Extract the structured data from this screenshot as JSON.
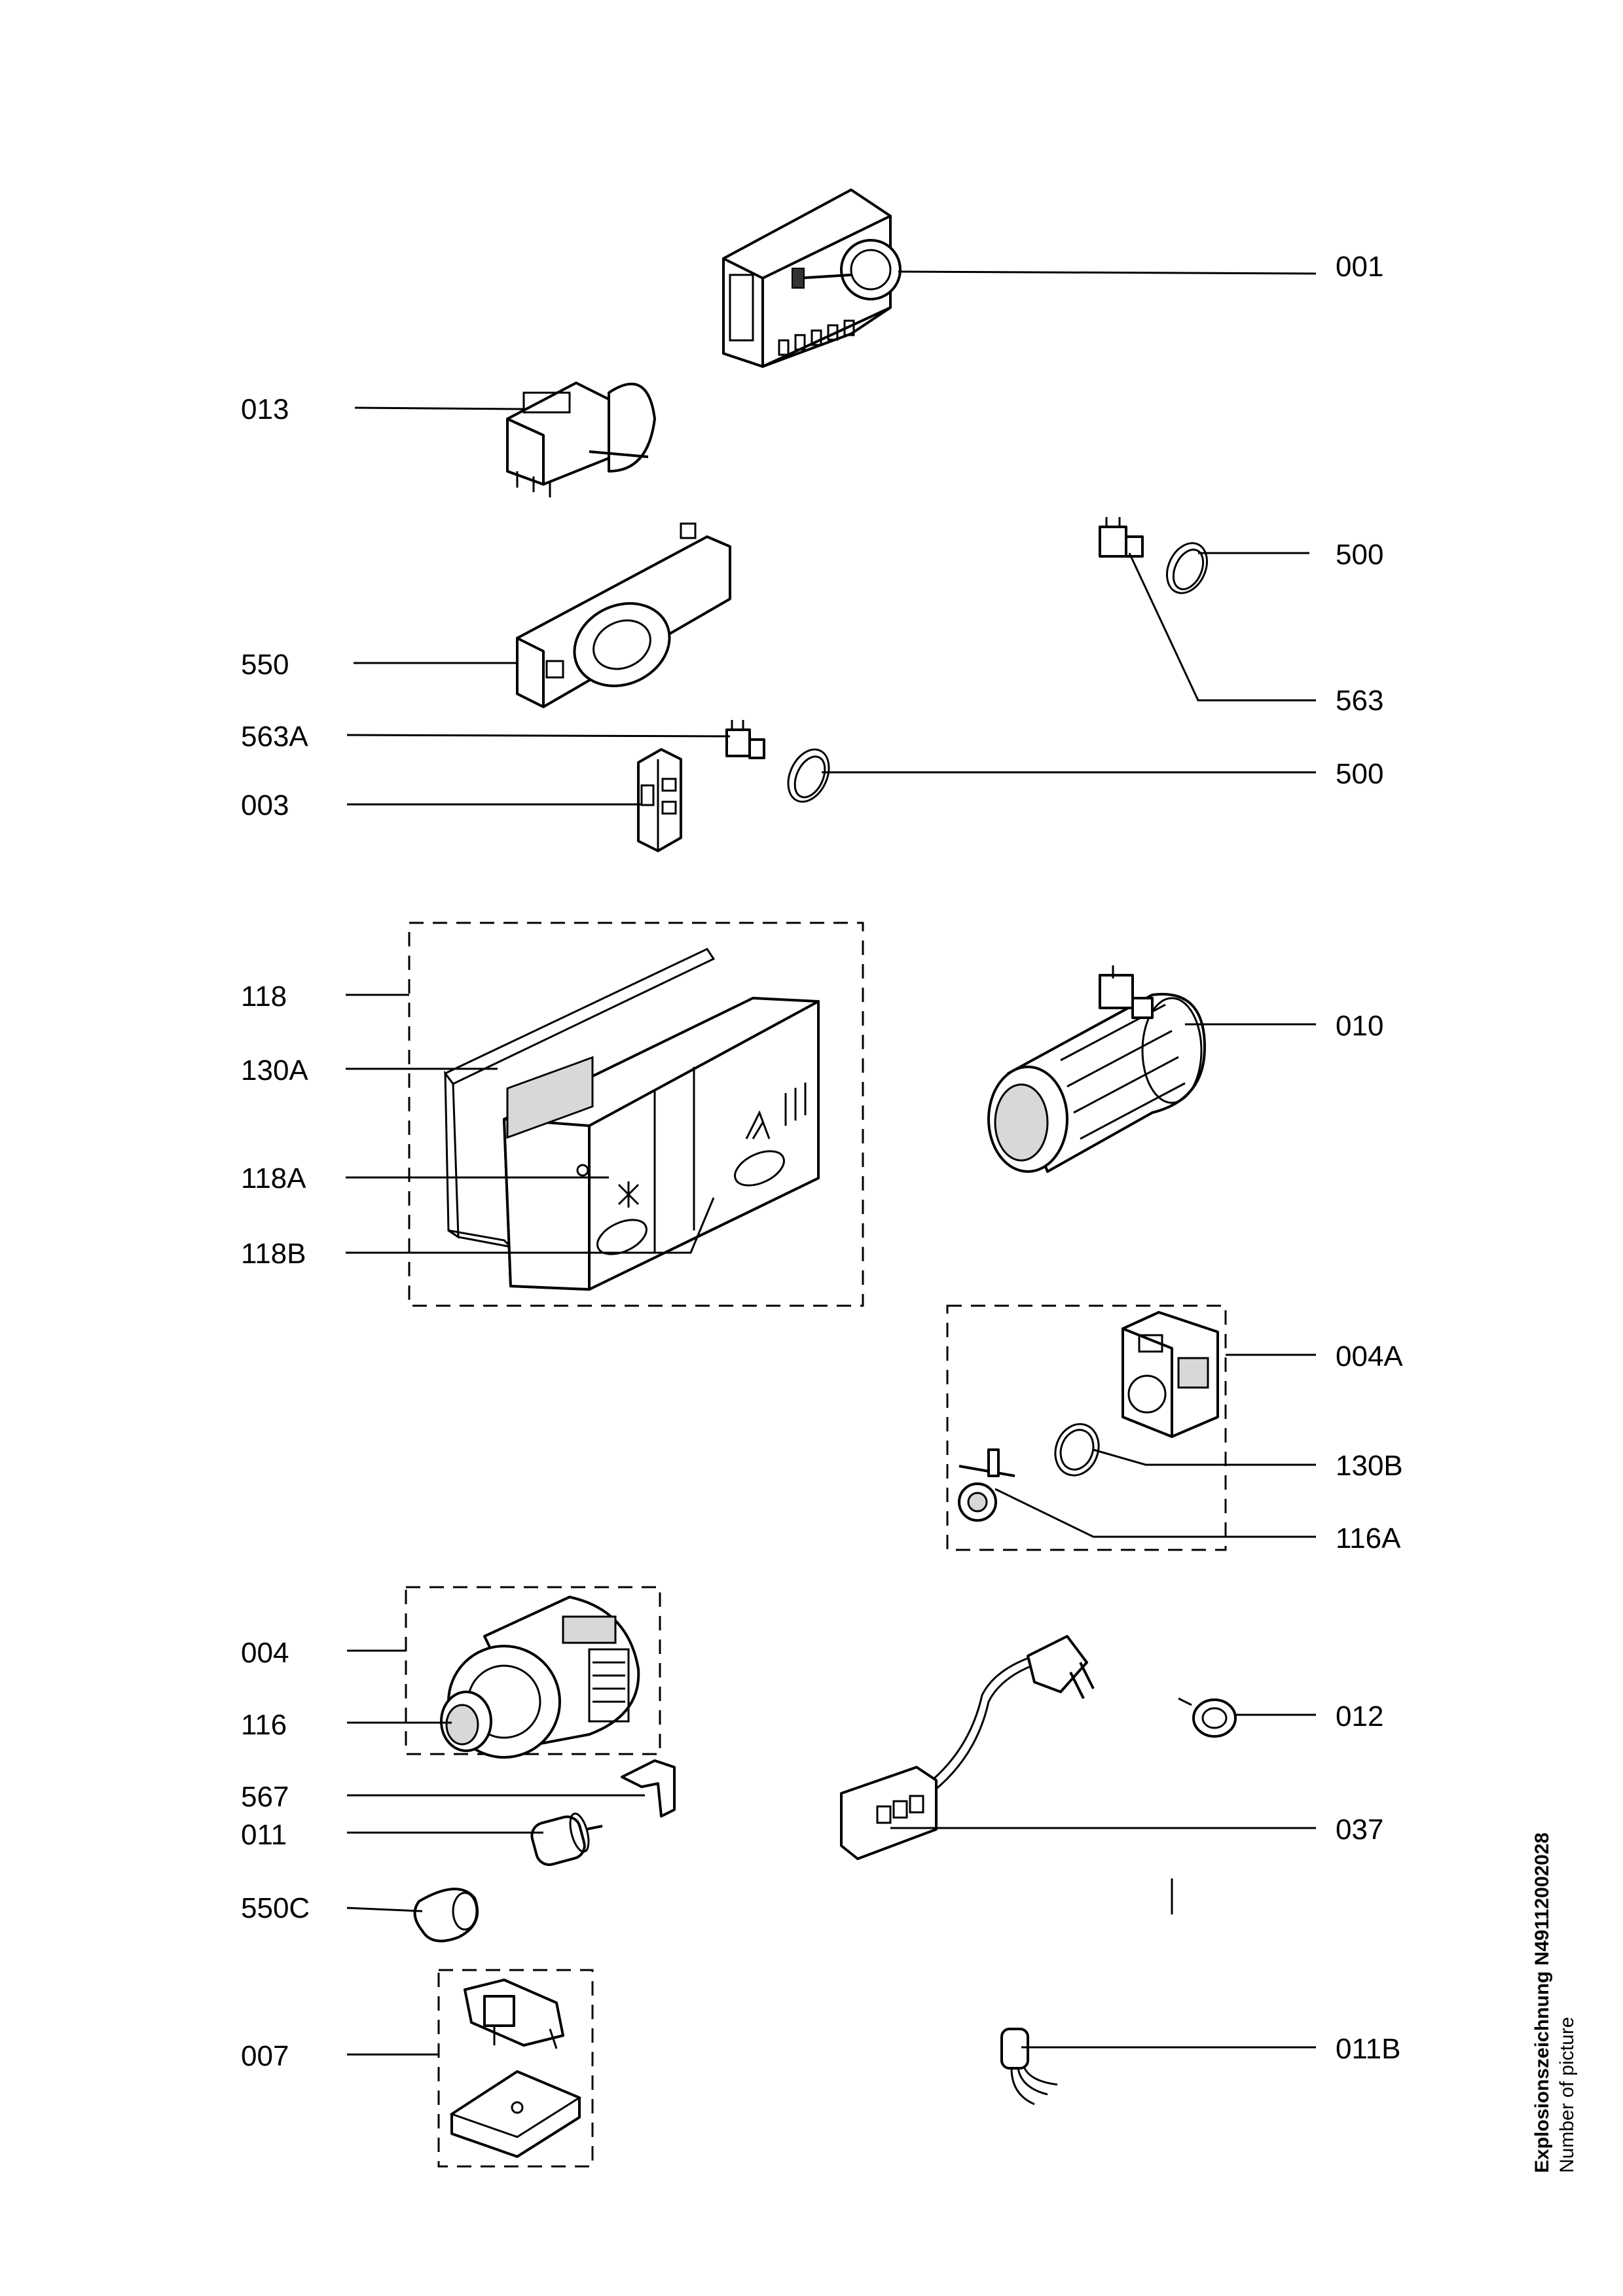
{
  "labels": {
    "p001": "001",
    "p013": "013",
    "p500a": "500",
    "p550": "550",
    "p563": "563",
    "p563a": "563A",
    "p500b": "500",
    "p003": "003",
    "p118": "118",
    "p130a": "130A",
    "p118a": "118A",
    "p118b": "118B",
    "p010": "010",
    "p004a": "004A",
    "p130b": "130B",
    "p116a": "116A",
    "p004": "004",
    "p116": "116",
    "p567": "567",
    "p011": "011",
    "p550c": "550C",
    "p007": "007",
    "p012": "012",
    "p037": "037",
    "p011b": "011B"
  },
  "caption": {
    "title": "Explosionszeichnung N49112002028",
    "subtitle": "Number of picture"
  }
}
